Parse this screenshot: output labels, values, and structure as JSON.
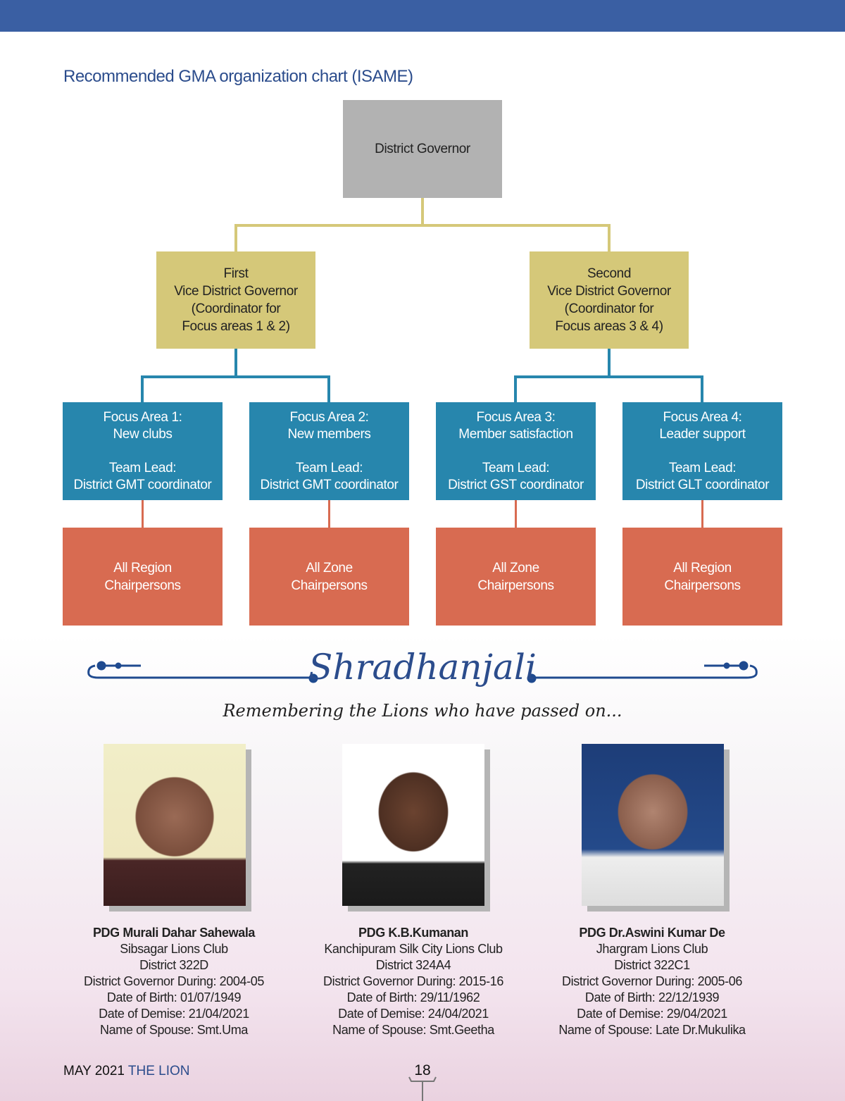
{
  "title": "Recommended GMA organization chart (ISAME)",
  "chart": {
    "governor": "District Governor",
    "vice": [
      "First\nVice District Governor\n(Coordinator for\nFocus areas 1 & 2)",
      "Second\nVice District Governor\n(Coordinator for\nFocus areas 3 & 4)"
    ],
    "focus": [
      "Focus Area 1:\nNew clubs\n\nTeam Lead:\nDistrict GMT coordinator",
      "Focus Area 2:\nNew members\n\nTeam Lead:\nDistrict GMT coordinator",
      "Focus Area 3:\nMember satisfaction\n\nTeam Lead:\nDistrict GST coordinator",
      "Focus Area 4:\nLeader support\n\nTeam Lead:\nDistrict GLT coordinator"
    ],
    "chairs": [
      "All Region\nChairpersons",
      "All Zone\nChairpersons",
      "All Zone\nChairpersons",
      "All Region\nChairpersons"
    ]
  },
  "shradhanjali": {
    "heading": "Shradhanjali",
    "subheading": "Remembering the Lions who have passed on..."
  },
  "people": [
    {
      "name": "PDG Murali Dahar Sahewala",
      "club": "Sibsagar Lions Club",
      "district": "District 322D",
      "dg": "District Governor During: 2004-05",
      "dob": "Date of Birth: 01/07/1949",
      "dod": "Date of Demise: 21/04/2021",
      "spouse": "Name of Spouse: Smt.Uma"
    },
    {
      "name": "PDG K.B.Kumanan",
      "club": "Kanchipuram Silk City Lions Club",
      "district": "District 324A4",
      "dg": "District Governor During: 2015-16",
      "dob": "Date of Birth: 29/11/1962",
      "dod": "Date of Demise: 24/04/2021",
      "spouse": "Name of Spouse: Smt.Geetha"
    },
    {
      "name": "PDG Dr.Aswini Kumar De",
      "club": "Jhargram Lions Club",
      "district": "District 322C1",
      "dg": "District Governor During: 2005-06",
      "dob": "Date of Birth: 22/12/1939",
      "dod": "Date of Demise: 29/04/2021",
      "spouse": "Name of Spouse: Late Dr.Mukulika"
    }
  ],
  "footer": {
    "month": "MAY 2021",
    "magazine": "THE LION",
    "page": "18"
  }
}
